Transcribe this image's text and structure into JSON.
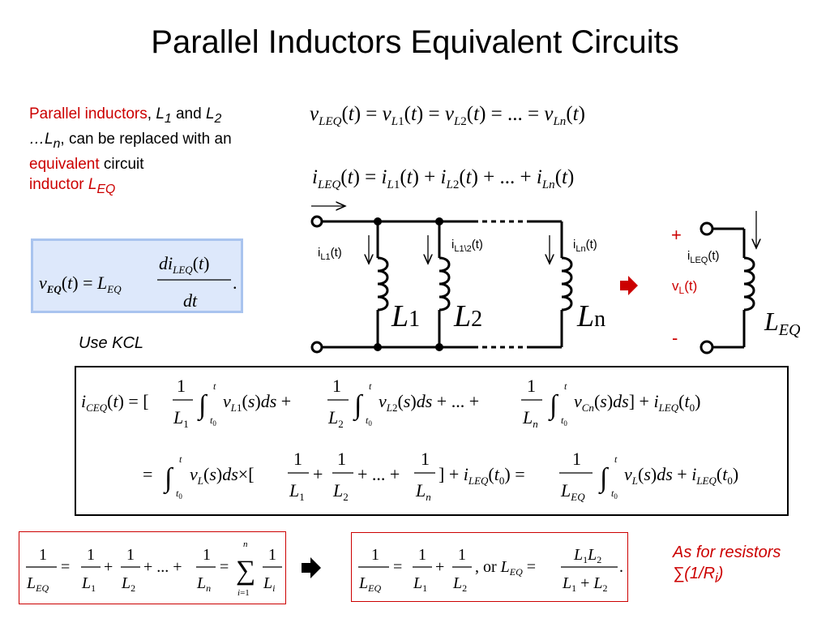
{
  "title": "Parallel Inductors Equivalent Circuits",
  "intro": {
    "part1_red": "Parallel inductors",
    "part2": ", ",
    "L1": "L",
    "L1_sub": "1",
    "part3": " and ",
    "L2": "L",
    "L2_sub": "2",
    "dots": " …",
    "Ln": "L",
    "Ln_sub": "n",
    "part4": ", can be replaced with an ",
    "equivalent_red": "equivalent",
    "part5": " circuit",
    "inductor_red": "inductor ",
    "LEQ": "L",
    "LEQ_sub": "EQ"
  },
  "use_kcl": "Use KCL",
  "resistors_note": {
    "line1": "As for resistors",
    "line2_prefix": "∑(1/R",
    "line2_sub": "i",
    "line2_suffix": ")"
  },
  "circuit": {
    "labels": {
      "i_L1": "L1",
      "i_L2": "L1\\2",
      "i_Ln": "Ln",
      "i_LEQ": "LEQ",
      "vL_sub": "L"
    },
    "coil_names": [
      "1",
      "2",
      "n"
    ],
    "plus": "+",
    "minus": "-"
  },
  "colors": {
    "red": "#cc0000",
    "blue_box_fill": "#dde8fb",
    "blue_box_border": "#a9c4ef"
  }
}
